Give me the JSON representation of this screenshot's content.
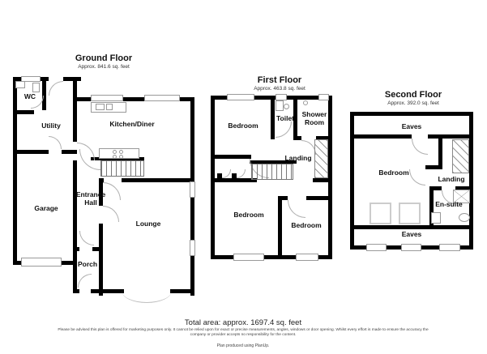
{
  "floors": [
    {
      "title": "Ground Floor",
      "area": "Approx. 841.6 sq. feet",
      "rooms": [
        {
          "label": "WC"
        },
        {
          "label": "Utility"
        },
        {
          "label": "Kitchen/Diner"
        },
        {
          "label": "Garage"
        },
        {
          "label": "Entrance Hall"
        },
        {
          "label": "Lounge"
        },
        {
          "label": "Porch"
        }
      ]
    },
    {
      "title": "First Floor",
      "area": "Approx. 463.8 sq. feet",
      "rooms": [
        {
          "label": "Bedroom"
        },
        {
          "label": "Toilet"
        },
        {
          "label": "Shower Room"
        },
        {
          "label": "Landing"
        },
        {
          "label": "Bedroom"
        },
        {
          "label": "Bedroom"
        }
      ]
    },
    {
      "title": "Second Floor",
      "area": "Approx. 392.0 sq. feet",
      "rooms": [
        {
          "label": "Eaves"
        },
        {
          "label": "Bedroom"
        },
        {
          "label": "Landing"
        },
        {
          "label": "En-suite"
        },
        {
          "label": "Eaves"
        }
      ]
    }
  ],
  "footer": {
    "total_area": "Total area: approx. 1697.4 sq. feet",
    "disclaimer": "Please be advised this plan is offered for marketing purposes only. It cannot be relied upon for exact or precise measurements, angles, windows or door opening. Whilst every effort is made to ensure the accuracy the company or provider accepts no responsibility for the content.",
    "credit": "Plan produced using PlanUp."
  },
  "colors": {
    "wall": "#000000",
    "window_border": "#9a9a9a",
    "door_arc": "#b0b0b0",
    "text": "#111111"
  }
}
